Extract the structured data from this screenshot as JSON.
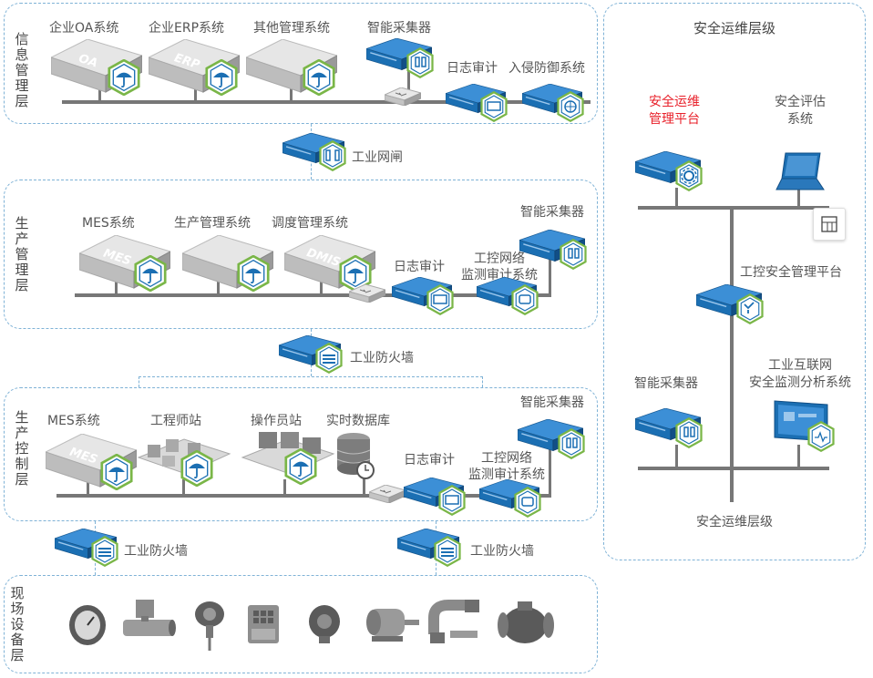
{
  "layers": {
    "info": {
      "label": "信息管理层",
      "oa": "企业OA系统",
      "erp": "企业ERP系统",
      "other": "其他管理系统",
      "collector": "智能采集器",
      "log_audit": "日志审计",
      "ids": "入侵防御系统",
      "oa_badge": "OA",
      "erp_badge": "ERP"
    },
    "gap": "工业网闸",
    "production_mgmt": {
      "label": "生产管理层",
      "mes": "MES系统",
      "prod_mgmt": "生产管理系统",
      "dispatch": "调度管理系统",
      "collector": "智能采集器",
      "log_audit": "日志审计",
      "monitor_line1": "工控网络",
      "monitor_line2": "监测审计系统",
      "mes_badge": "MES",
      "dmis_badge": "DMIS"
    },
    "firewall_1": "工业防火墙",
    "production_ctrl": {
      "label": "生产控制层",
      "mes": "MES系统",
      "engineer": "工程师站",
      "operator": "操作员站",
      "rtdb": "实时数据库",
      "collector": "智能采集器",
      "log_audit": "日志审计",
      "monitor_line1": "工控网络",
      "monitor_line2": "监测审计系统",
      "mes_badge": "MES"
    },
    "firewall_2": "工业防火墙",
    "firewall_3": "工业防火墙",
    "field": {
      "label": "现场设备层"
    }
  },
  "security": {
    "title": "安全运维层级",
    "ops_platform_line1": "安全运维",
    "ops_platform_line2": "管理平台",
    "assessment_line1": "安全评估",
    "assessment_line2": "系统",
    "ics_mgmt": "工控安全管理平台",
    "collector": "智能采集器",
    "iiot_line1": "工业互联网",
    "iiot_line2": "安全监测分析系统",
    "footer": "安全运维层级"
  },
  "colors": {
    "zone_border": "#7fb2d6",
    "device_blue": "#1b6fb3",
    "hex_green": "#7ab648",
    "accent_red": "#e8202a",
    "bus_gray": "#777777"
  },
  "icons": [
    "server-icon",
    "umbrella-icon",
    "collector-icon",
    "switch-icon",
    "firewall-icon",
    "gatekeeper-icon",
    "gear-icon",
    "laptop-icon",
    "monitor-icon",
    "database-icon",
    "workstation-icon",
    "field-device-icon"
  ]
}
